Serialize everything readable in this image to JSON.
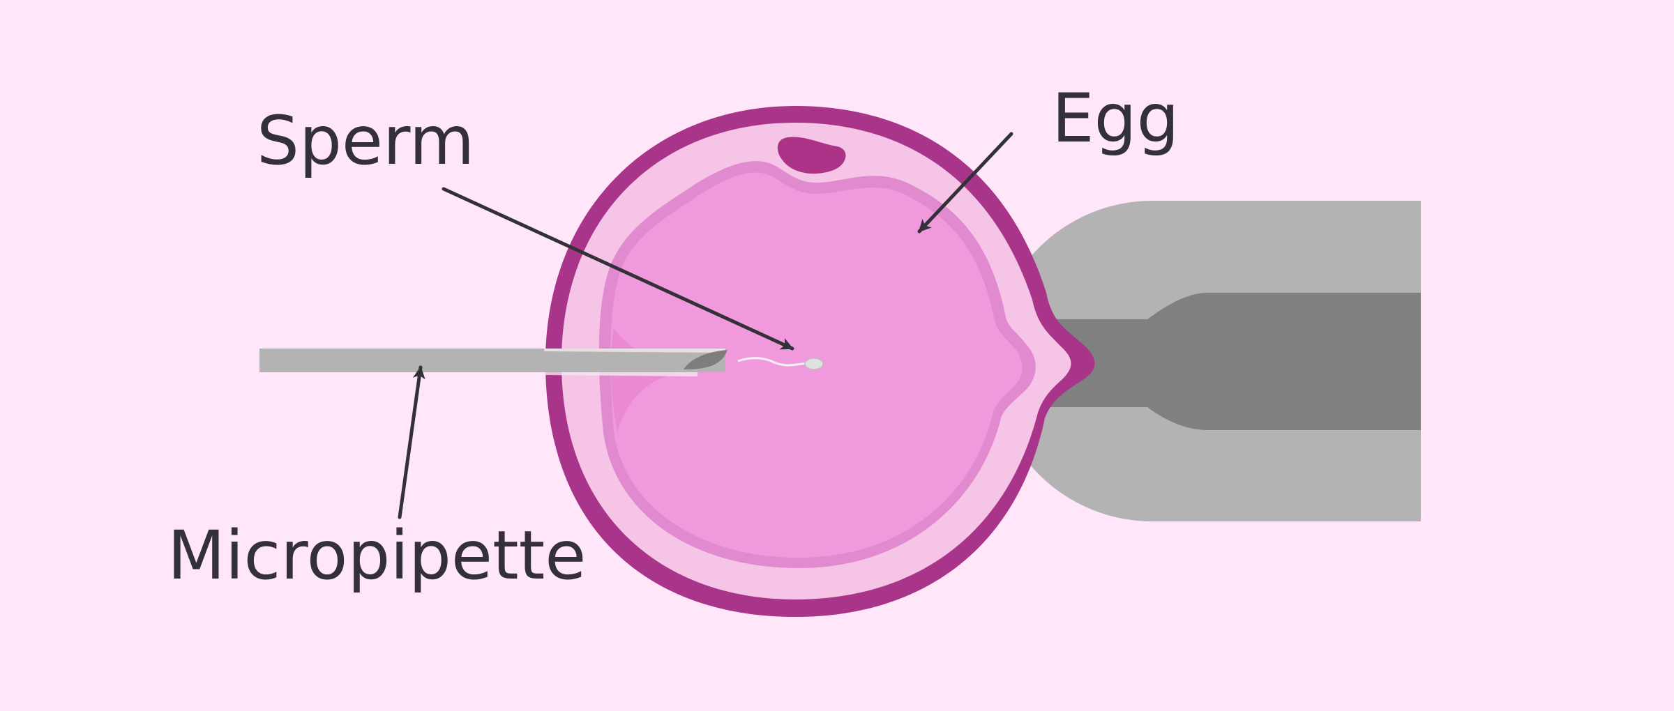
{
  "diagram": {
    "labels": {
      "sperm": "Sperm",
      "egg": "Egg",
      "micropipette": "Micropipette"
    },
    "colors": {
      "background": "#FFE6F8",
      "zona_outer": "#A8358A",
      "zona_inner": "#F5C4E6",
      "membrane": "#E18ACF",
      "cytoplasm": "#F09ADD",
      "polar_body": "#AC3387",
      "micropipette": "#B3B3B3",
      "holding_pipette_light": "#B3B3B3",
      "holding_pipette_dark": "#808080",
      "sperm": "#E0E0E0",
      "label_text": "#33303A",
      "arrow": "#33303A"
    },
    "icons": {
      "arrow_head": "arrowhead-icon"
    }
  }
}
